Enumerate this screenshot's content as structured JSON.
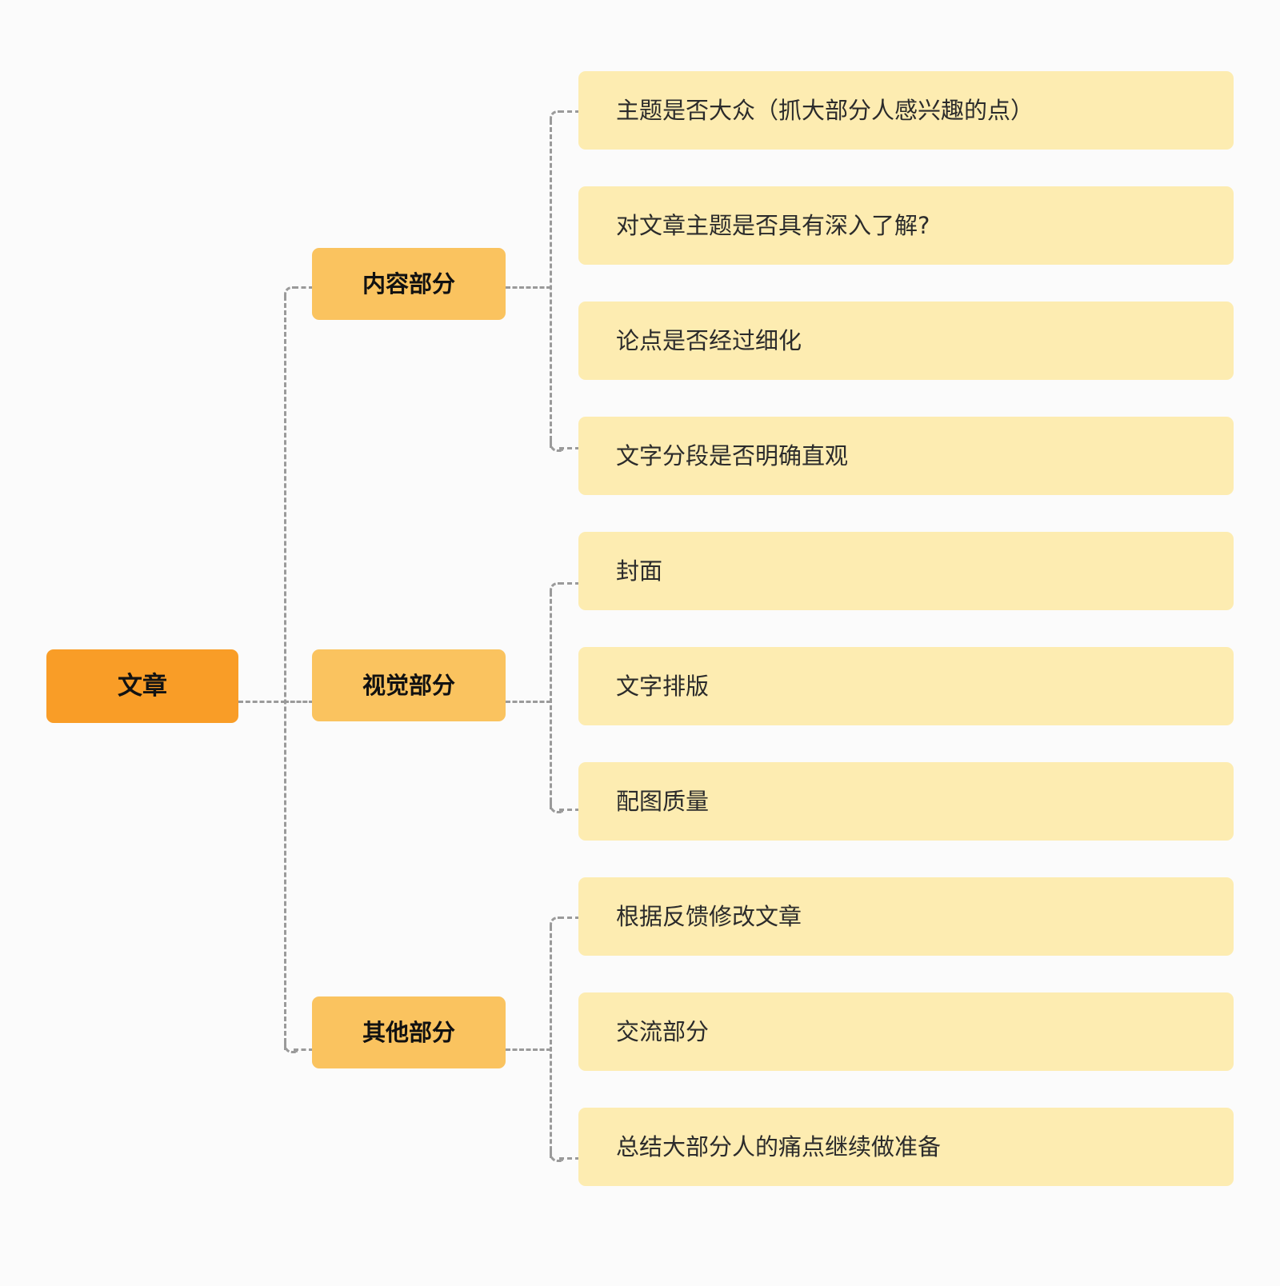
{
  "diagram": {
    "type": "mindmap",
    "title": "文章",
    "background_color": "#fbfbfb",
    "colors": {
      "root": "#f99d27",
      "branch": "#fac35f",
      "leaf": "#fdecb1",
      "connector": "#9a9a9a",
      "text": "#111111"
    },
    "root": {
      "label": "文章"
    },
    "branches": [
      {
        "label": "内容部分",
        "children": [
          {
            "label": "主题是否大众（抓大部分人感兴趣的点）"
          },
          {
            "label": "对文章主题是否具有深入了解?"
          },
          {
            "label": "论点是否经过细化"
          },
          {
            "label": "文字分段是否明确直观"
          }
        ]
      },
      {
        "label": "视觉部分",
        "children": [
          {
            "label": "封面"
          },
          {
            "label": "文字排版"
          },
          {
            "label": "配图质量"
          }
        ]
      },
      {
        "label": "其他部分",
        "children": [
          {
            "label": "根据反馈修改文章"
          },
          {
            "label": "交流部分"
          },
          {
            "label": "总结大部分人的痛点继续做准备"
          }
        ]
      }
    ]
  }
}
